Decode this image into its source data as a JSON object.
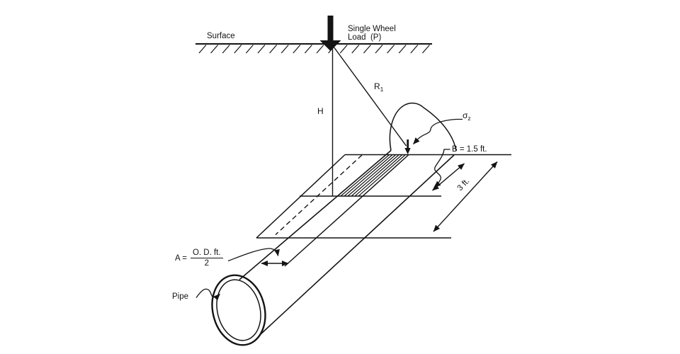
{
  "figure_labels": {
    "surface": "Surface",
    "load_line1": "Single Wheel",
    "load_line2": "Load  (P)",
    "depth": "H",
    "slant_base": "R",
    "slant_sub": "1",
    "stress_base": "σ",
    "stress_sub": "z",
    "width_dim": "B = 1.5 ft.",
    "length_dim": "3 ft.",
    "a_prefix": "A =",
    "a_numerator": "O. D. ft.",
    "a_denominator": "2",
    "pipe": "Pipe"
  },
  "colors": {
    "ink": "#141414",
    "background": "#ffffff"
  }
}
